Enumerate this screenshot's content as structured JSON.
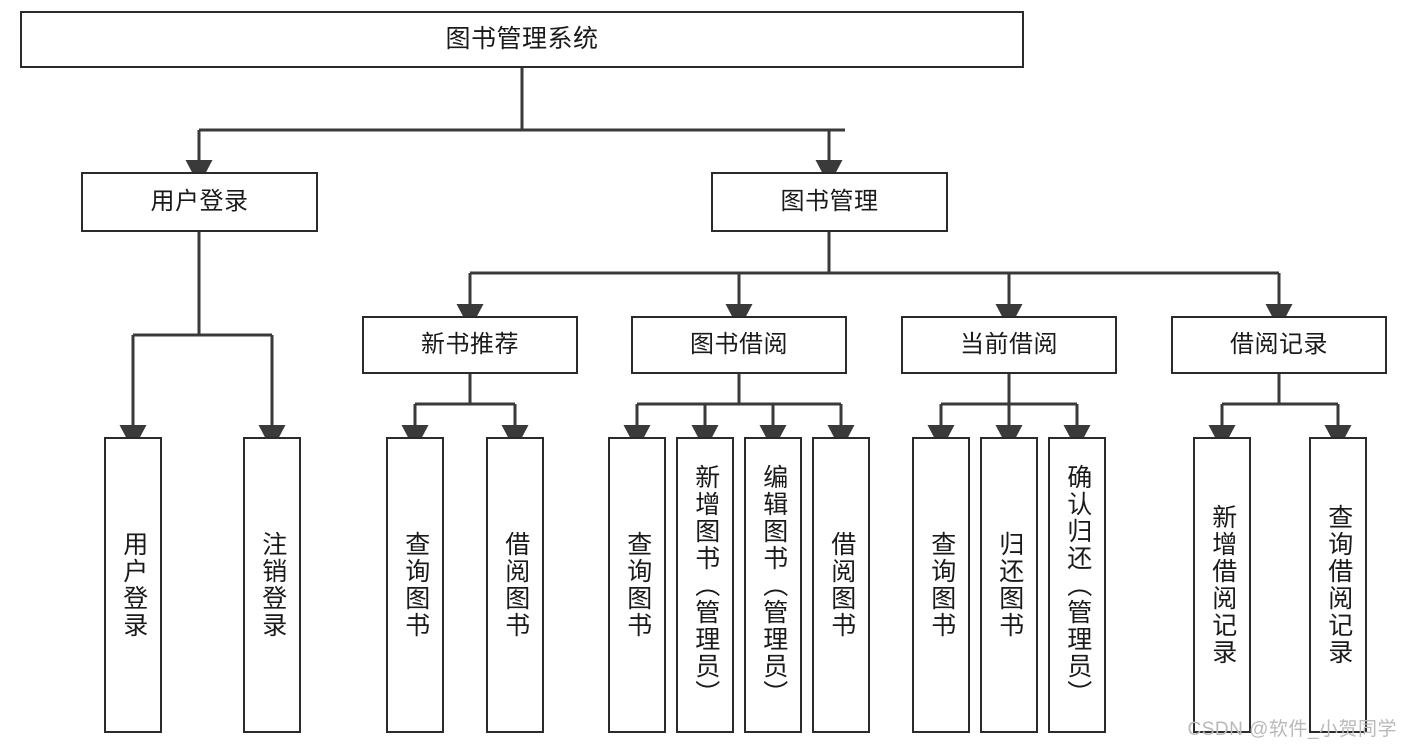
{
  "diagram": {
    "title": "图书管理系统",
    "root": {
      "label": "图书管理系统"
    },
    "level2": [
      {
        "label": "用户登录"
      },
      {
        "label": "图书管理"
      }
    ],
    "level3": [
      {
        "label": "新书推荐"
      },
      {
        "label": "图书借阅"
      },
      {
        "label": "当前借阅"
      },
      {
        "label": "借阅记录"
      }
    ],
    "leaves": {
      "user_login": [
        {
          "label": "用户登录"
        },
        {
          "label": "注销登录"
        }
      ],
      "new_book": [
        {
          "label": "查询图书"
        },
        {
          "label": "借阅图书"
        }
      ],
      "book_borrow": [
        {
          "label": "查询图书"
        },
        {
          "label": "新增图书（管理员）"
        },
        {
          "label": "编辑图书（管理员）"
        },
        {
          "label": "借阅图书"
        }
      ],
      "current_borrow": [
        {
          "label": "查询图书"
        },
        {
          "label": "归还图书"
        },
        {
          "label": "确认归还（管理员）"
        }
      ],
      "borrow_record": [
        {
          "label": "新增借阅记录"
        },
        {
          "label": "查询借阅记录"
        }
      ]
    }
  },
  "watermark": {
    "text": "CSDN @软件_小贺同学"
  },
  "colors": {
    "box_border": "#2b2b2b",
    "box_fill": "#ffffff",
    "connector": "#3a3a3a",
    "text": "#1a1a1a",
    "watermark": "#b9b9b9",
    "background": "#ffffff"
  }
}
